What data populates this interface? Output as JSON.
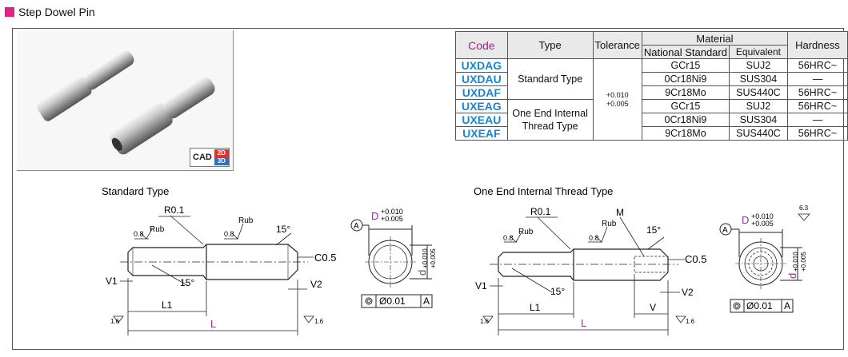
{
  "title": "Step Dowel Pin",
  "cad": {
    "label": "CAD",
    "badge_2d": "2D",
    "badge_3d": "3D"
  },
  "table": {
    "headers": {
      "code": "Code",
      "type": "Type",
      "tolerance": "Tolerance",
      "material": "Material",
      "national": "National Standard",
      "equivalent": "Equivalent",
      "hardness": "Hardness"
    },
    "tolerance": "+0.010\n+0.005",
    "types": [
      "Standard Type",
      "One End Internal Thread Type"
    ],
    "rows": [
      {
        "code": "UXDAG",
        "national": "GCr15",
        "equivalent": "SUJ2",
        "hardness": "56HRC~"
      },
      {
        "code": "UXDAU",
        "national": "0Cr18Ni9",
        "equivalent": "SUS304",
        "hardness": "—"
      },
      {
        "code": "UXDAF",
        "national": "9Cr18Mo",
        "equivalent": "SUS440C",
        "hardness": "56HRC~"
      },
      {
        "code": "UXEAG",
        "national": "GCr15",
        "equivalent": "SUJ2",
        "hardness": "56HRC~"
      },
      {
        "code": "UXEAU",
        "national": "0Cr18Ni9",
        "equivalent": "SUS304",
        "hardness": "—"
      },
      {
        "code": "UXEAF",
        "national": "9Cr18Mo",
        "equivalent": "SUS440C",
        "hardness": "56HRC~"
      }
    ]
  },
  "drawings": {
    "standard": {
      "title": "Standard Type",
      "r": "R0.1",
      "rub1": "Rub",
      "rub2": "Rub",
      "f1": "0.8",
      "f2": "0.8",
      "ang1": "15°",
      "ang2": "15°",
      "c": "C0.5",
      "v1": "V1",
      "v2": "V2",
      "l1": "L1",
      "l": "L",
      "rough": "1.6",
      "rough2": "1.6"
    },
    "thread": {
      "title": "One End Internal Thread Type",
      "r": "R0.1",
      "m": "M",
      "rub1": "Rub",
      "rub2": "Rub",
      "f1": "0.8",
      "f2": "0.8",
      "ang1": "15°",
      "ang2": "15°",
      "c": "C0.5",
      "v1": "V1",
      "v2": "V2",
      "l1": "L1",
      "l": "L",
      "v": "V",
      "rough": "1.6",
      "rough2": "1.6",
      "rough_top": "6.3"
    },
    "section": {
      "datum": "A",
      "dtol_top": "+0.010",
      "dtol_bot": "+0.005",
      "D": "D",
      "d": "d",
      "dtol_side": "+0.010\n+0.005",
      "conc": "Ø0.01",
      "conc_ref": "A"
    }
  }
}
